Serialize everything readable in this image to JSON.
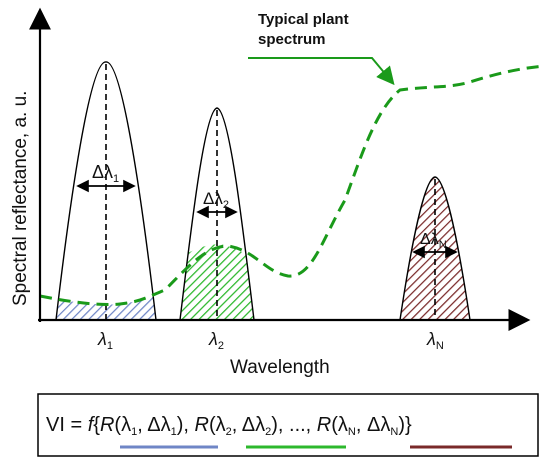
{
  "axes": {
    "y_label": "Spectral reflectance, a. u.",
    "x_label": "Wavelength"
  },
  "curve_label": {
    "line1": "Typical plant",
    "line2": "spectrum"
  },
  "bands": [
    {
      "symbol": "λ",
      "sub": "1",
      "width_symbol": "Δλ",
      "width_sub": "1",
      "hatch": "blue"
    },
    {
      "symbol": "λ",
      "sub": "2",
      "width_symbol": "Δλ",
      "width_sub": "2",
      "hatch": "green"
    },
    {
      "symbol": "λ",
      "sub": "N",
      "width_symbol": "Δλ",
      "width_sub": "N",
      "hatch": "maroon"
    }
  ],
  "formula": {
    "lhs": "VI = ",
    "f": "f",
    "open": "{",
    "R": "R",
    "t1": "(λ",
    "t1_sub": "1",
    "t1_mid": ", Δλ",
    "t1_sub2": "1",
    "t1_close": "), ",
    "t2": "(λ",
    "t2_sub": "2",
    "t2_mid": ", Δλ",
    "t2_sub2": "2",
    "t2_close": "), ..., ",
    "tN": "(λ",
    "tN_sub": "N",
    "tN_mid": ", Δλ",
    "tN_sub2": "N",
    "tN_close": ")}"
  },
  "colors": {
    "curve": "#1a9a1a",
    "band1_hatch": "#6f86c6",
    "band2_hatch": "#2db82d",
    "bandN_fill": "#7a2a2a",
    "underline1": "#6f86c6",
    "underline2": "#2db82d",
    "underlineN": "#7a2a2a"
  }
}
